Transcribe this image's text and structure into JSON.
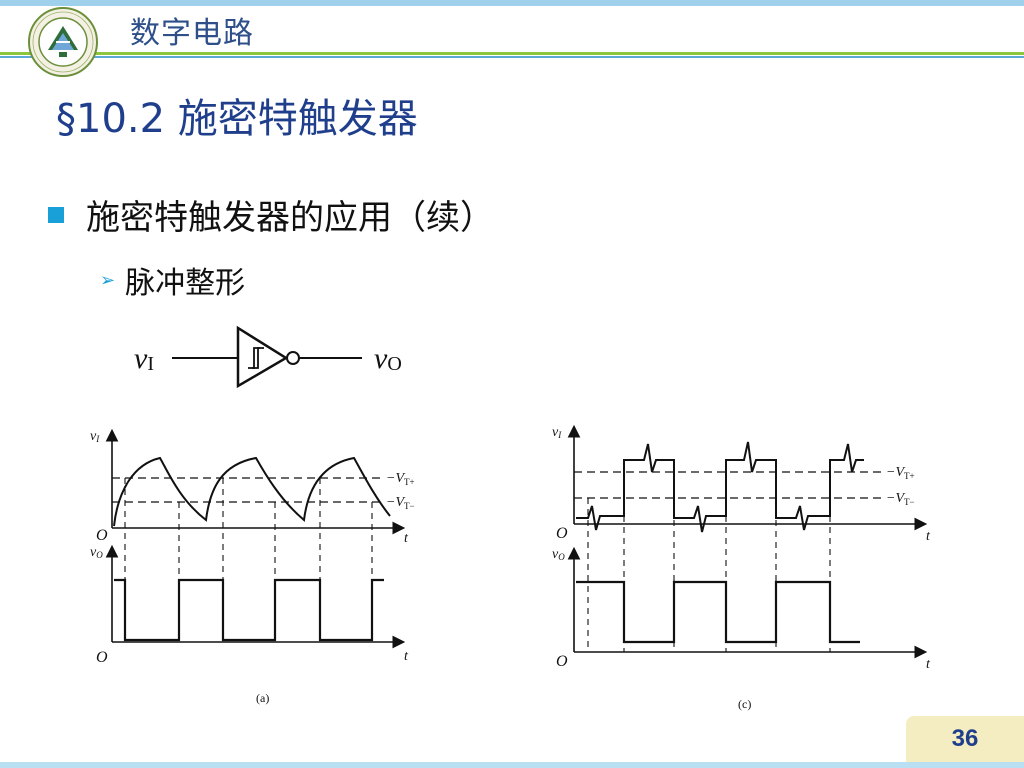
{
  "header": {
    "course_title": "数字电路"
  },
  "slide": {
    "section_title": "§10.2  施密特触发器",
    "bullet_main": "施密特触发器的应用（续）",
    "bullet_sub": "脉冲整形",
    "page_number": "36"
  },
  "circuit": {
    "input_label": "v",
    "input_sub": "I",
    "output_label": "v",
    "output_sub": "O"
  },
  "waveform_a": {
    "vi_label": "v",
    "vi_sub": "I",
    "vo_label": "v",
    "vo_sub": "O",
    "origin": "O",
    "t_label": "t",
    "vt_plus": "V",
    "vt_plus_sub": "T+",
    "vt_minus": "V",
    "vt_minus_sub": "T−",
    "caption": "(a)"
  },
  "waveform_c": {
    "vi_label": "v",
    "vi_sub": "I",
    "vo_label": "v",
    "vo_sub": "O",
    "origin": "O",
    "t_label": "t",
    "vt_plus": "V",
    "vt_plus_sub": "T+",
    "vt_minus": "V",
    "vt_minus_sub": "T−",
    "caption": "(c)"
  },
  "colors": {
    "title_blue": "#1f3f8c",
    "bullet_blue": "#1aa0d8",
    "header_green": "#8cc63f",
    "page_box": "#f5edc2"
  }
}
